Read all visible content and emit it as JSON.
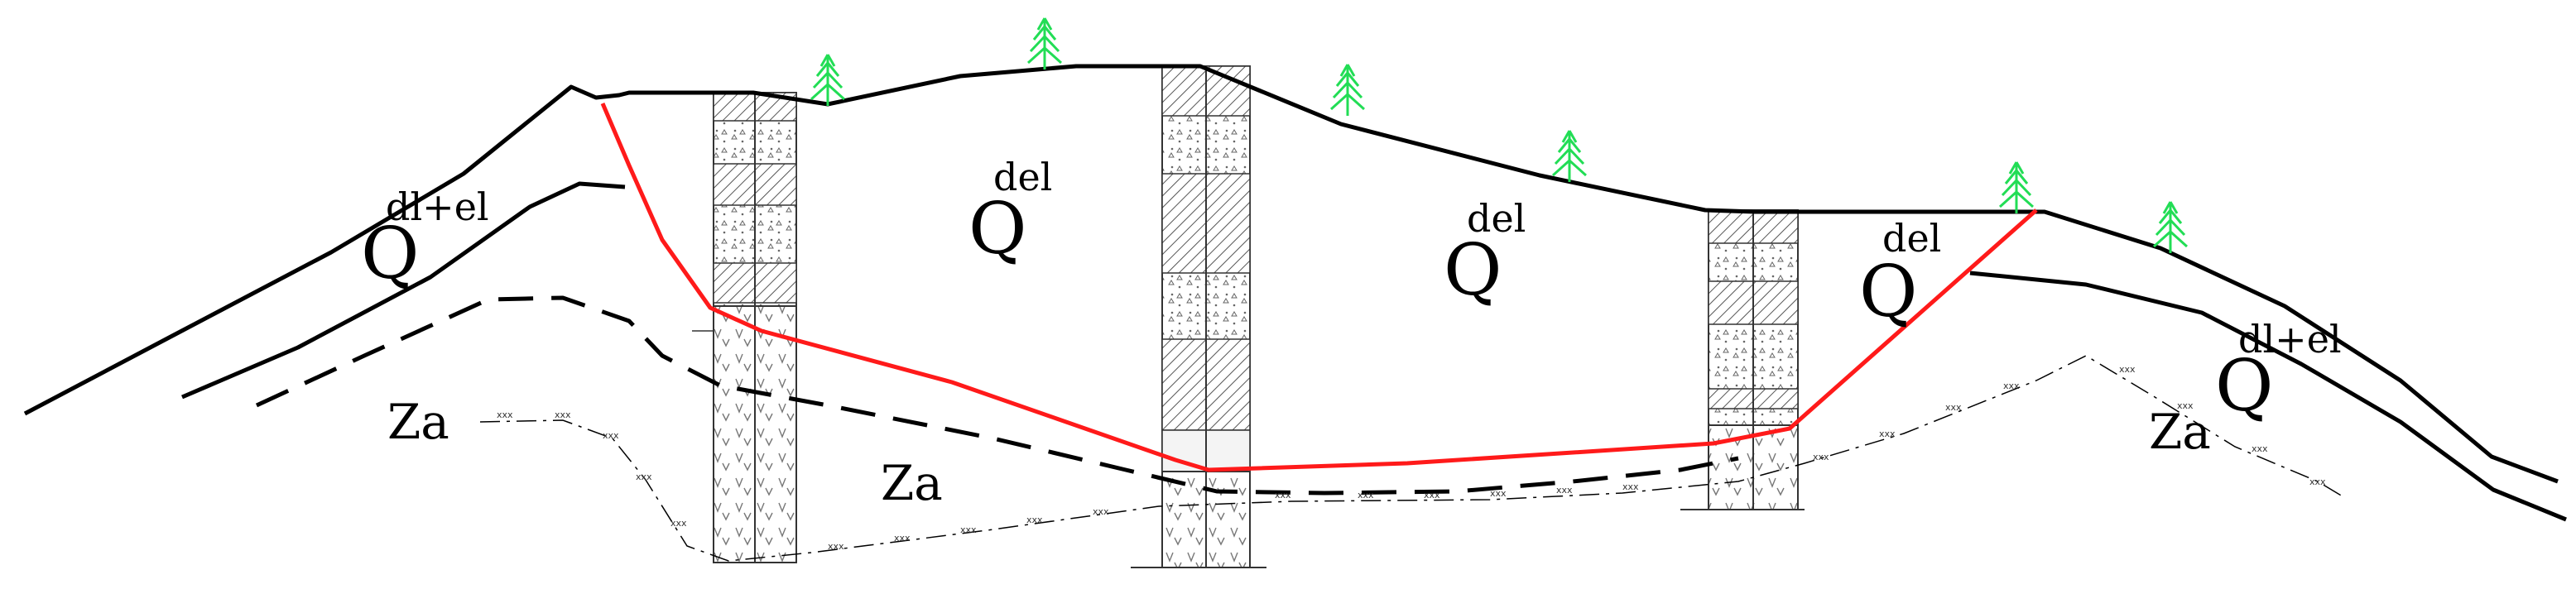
{
  "diagram": {
    "type": "geological cross-section",
    "colors": {
      "ground_surface": "#000000",
      "slide_surface": "#ff1a1a",
      "tree": "#22dd55",
      "borehole_hatch": "#444444"
    },
    "labels": [
      {
        "id": "q-dl-el-left",
        "symbol": "Q",
        "superscript": "dl+el"
      },
      {
        "id": "q-del-1",
        "symbol": "Q",
        "superscript": "del"
      },
      {
        "id": "q-del-2",
        "symbol": "Q",
        "superscript": "del"
      },
      {
        "id": "q-del-3",
        "symbol": "Q",
        "superscript": "del"
      },
      {
        "id": "q-dl-el-right",
        "symbol": "Q",
        "superscript": "dl+el"
      },
      {
        "id": "za-1",
        "text": "Za"
      },
      {
        "id": "za-2",
        "text": "Za"
      },
      {
        "id": "za-3",
        "text": "Za"
      }
    ],
    "boundary_pattern_text": "xxx",
    "icons": [
      "tree-icon"
    ],
    "boreholes": 3
  }
}
